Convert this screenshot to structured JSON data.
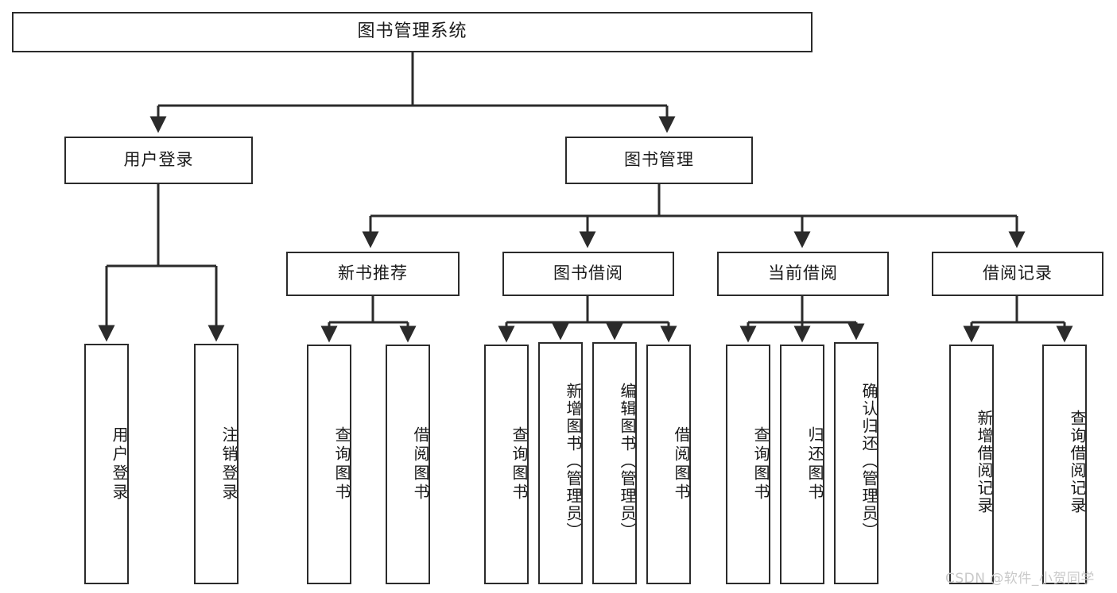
{
  "diagram": {
    "title": "图书管理系统",
    "type": "tree-hierarchy-chart",
    "root": {
      "id": "root",
      "label": "图书管理系统"
    },
    "level2": [
      {
        "id": "user-login",
        "label": "用户登录"
      },
      {
        "id": "book-manage",
        "label": "图书管理"
      }
    ],
    "level3": [
      {
        "id": "new-book-recommend",
        "label": "新书推荐"
      },
      {
        "id": "book-borrow",
        "label": "图书借阅"
      },
      {
        "id": "current-borrow",
        "label": "当前借阅"
      },
      {
        "id": "borrow-record",
        "label": "借阅记录"
      }
    ],
    "leaves": {
      "user_login": [
        {
          "id": "leaf-user-login",
          "label": "用户登录"
        },
        {
          "id": "leaf-logout-login",
          "label": "注销登录"
        }
      ],
      "new_book_recommend": [
        {
          "id": "leaf-query-book-1",
          "label": "查询图书"
        },
        {
          "id": "leaf-borrow-book-1",
          "label": "借阅图书"
        }
      ],
      "book_borrow": [
        {
          "id": "leaf-query-book-2",
          "label": "查询图书"
        },
        {
          "id": "leaf-add-book",
          "label": "新增图书（管理员）"
        },
        {
          "id": "leaf-edit-book",
          "label": "编辑图书（管理员）"
        },
        {
          "id": "leaf-borrow-book-2",
          "label": "借阅图书"
        }
      ],
      "current_borrow": [
        {
          "id": "leaf-query-book-3",
          "label": "查询图书"
        },
        {
          "id": "leaf-return-book",
          "label": "归还图书"
        },
        {
          "id": "leaf-confirm-return",
          "label": "确认归还（管理员）"
        }
      ],
      "borrow_record": [
        {
          "id": "leaf-add-record",
          "label": "新增借阅记录"
        },
        {
          "id": "leaf-query-record",
          "label": "查询借阅记录"
        }
      ]
    },
    "colors": {
      "stroke": "#2b2b2b",
      "fill": "#ffffff",
      "text": "#1a1a1a",
      "watermark": "#c9c9c9"
    }
  },
  "watermark": {
    "text": "CSDN @软件_小贺同学"
  }
}
